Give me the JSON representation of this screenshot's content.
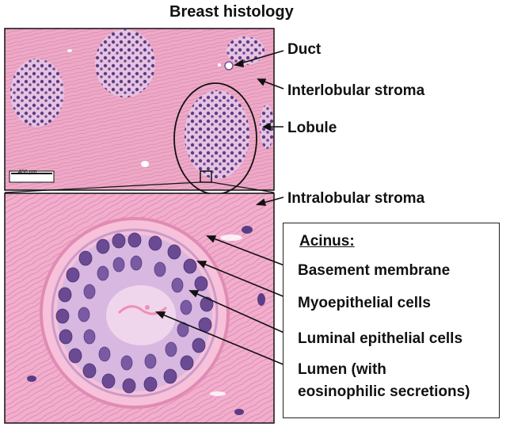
{
  "figure": {
    "title": "Breast histology",
    "scale_bar_label": "400 µm",
    "labels": {
      "duct": "Duct",
      "interlobular_stroma": "Interlobular stroma",
      "lobule": "Lobule",
      "intralobular_stroma": "Intralobular stroma"
    },
    "acinus_box": {
      "heading": "Acinus:",
      "basement_membrane": "Basement membrane",
      "myoepithelial_cells": "Myoepithelial cells",
      "luminal_epithelial_cells": "Luminal epithelial cells",
      "lumen_line1": "Lumen (with",
      "lumen_line2": "eosinophilic secretions)"
    },
    "colors": {
      "stroma_pink": "#f0a8c8",
      "nuclei_purple": "#6a4a93",
      "lumen_pale": "#f4dcef",
      "outline_black": "#111111"
    }
  }
}
